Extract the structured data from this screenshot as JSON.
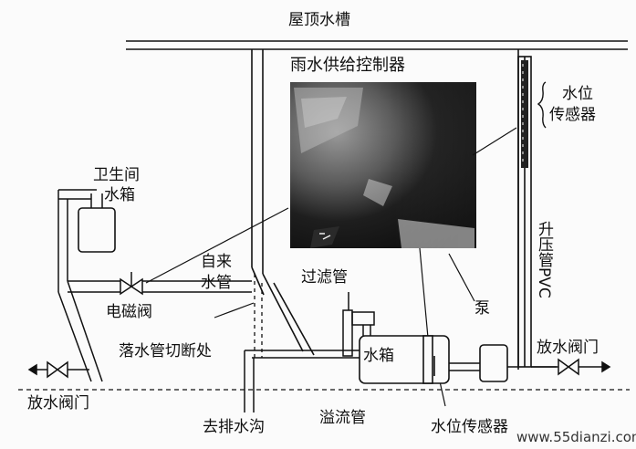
{
  "labels": {
    "roof_gutter": "屋顶水槽",
    "rain_controller": "雨水供给控制器",
    "water_level_sensor_line1": "水位",
    "water_level_sensor_line2": "传感器",
    "bathroom_tank_line1": "卫生间",
    "bathroom_tank_line2": "水箱",
    "tap_water_line1": "自来",
    "tap_water_line2": "水管",
    "filter_pipe": "过滤管",
    "solenoid_valve": "电磁阀",
    "pump": "泵",
    "pressure_pipe": "升压管PVC",
    "drain_valve_right": "放水阀门",
    "cut_point": "落水管切断处",
    "water_tank": "水箱",
    "drain_valve_left": "放水阀门",
    "to_ditch": "去排水沟",
    "overflow_pipe": "溢流管",
    "water_level_sensor_bottom": "水位传感器"
  },
  "watermark": "www.55dianzi.com"
}
